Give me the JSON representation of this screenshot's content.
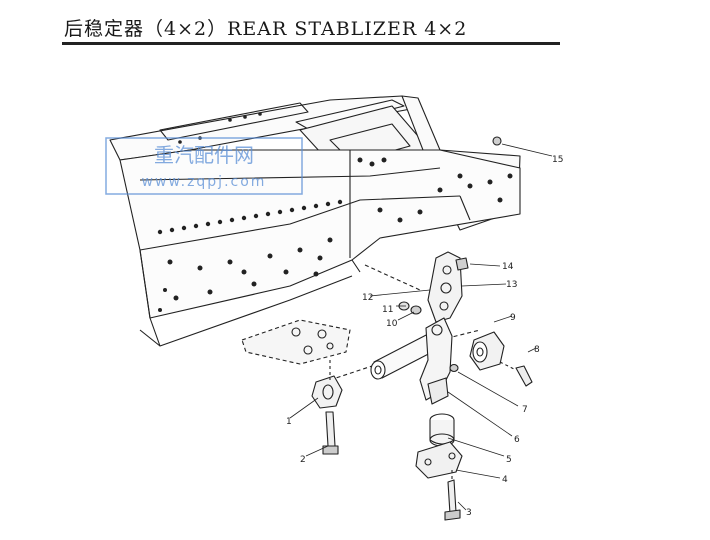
{
  "header": {
    "title": "后稳定器（4×2）REAR STABLIZER 4×2"
  },
  "watermark": {
    "line1": "重汽配件网",
    "line2": "www.zqpj.com",
    "color": "#5b8fd6"
  },
  "callouts": [
    "1",
    "2",
    "3",
    "4",
    "5",
    "6",
    "7",
    "8",
    "9",
    "10",
    "11",
    "12",
    "13",
    "14",
    "15"
  ]
}
